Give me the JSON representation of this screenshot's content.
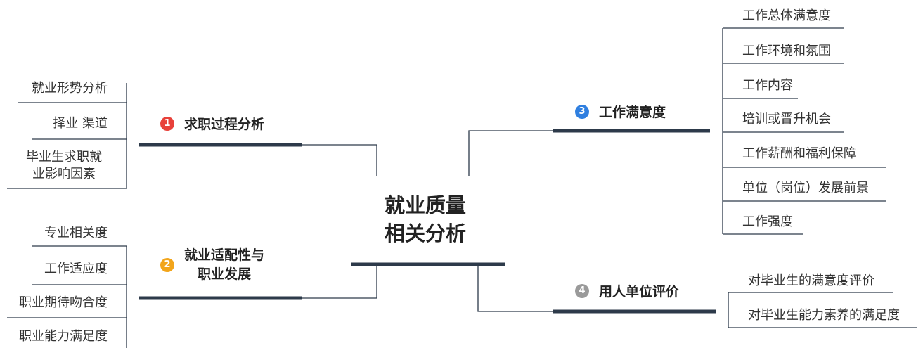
{
  "center": {
    "line1": "就业质量",
    "line2": "相关分析"
  },
  "branches": [
    {
      "num": "1",
      "color": "#e8413a",
      "label": "求职过程分析",
      "leaves": [
        "就业形势分析",
        "择业 渠道",
        "毕业生求职就",
        "业影响因素"
      ]
    },
    {
      "num": "2",
      "color": "#f2a51b",
      "label1": "就业适配性与",
      "label2": "职业发展",
      "leaves": [
        "专业相关度",
        "工作适应度",
        "职业期待吻合度",
        "职业能力满足度"
      ]
    },
    {
      "num": "3",
      "color": "#2f7fe0",
      "label": "工作满意度",
      "leaves": [
        "工作总体满意度",
        "工作环境和氛围",
        "工作内容",
        "培训或晋升机会",
        "工作薪酬和福利保障",
        "单位（岗位）发展前景",
        "工作强度"
      ]
    },
    {
      "num": "4",
      "color": "#9a9a9a",
      "label": "用人单位评价",
      "leaves": [
        "对毕业生的满意度评价",
        "对毕业生能力素养的满足度"
      ]
    }
  ]
}
